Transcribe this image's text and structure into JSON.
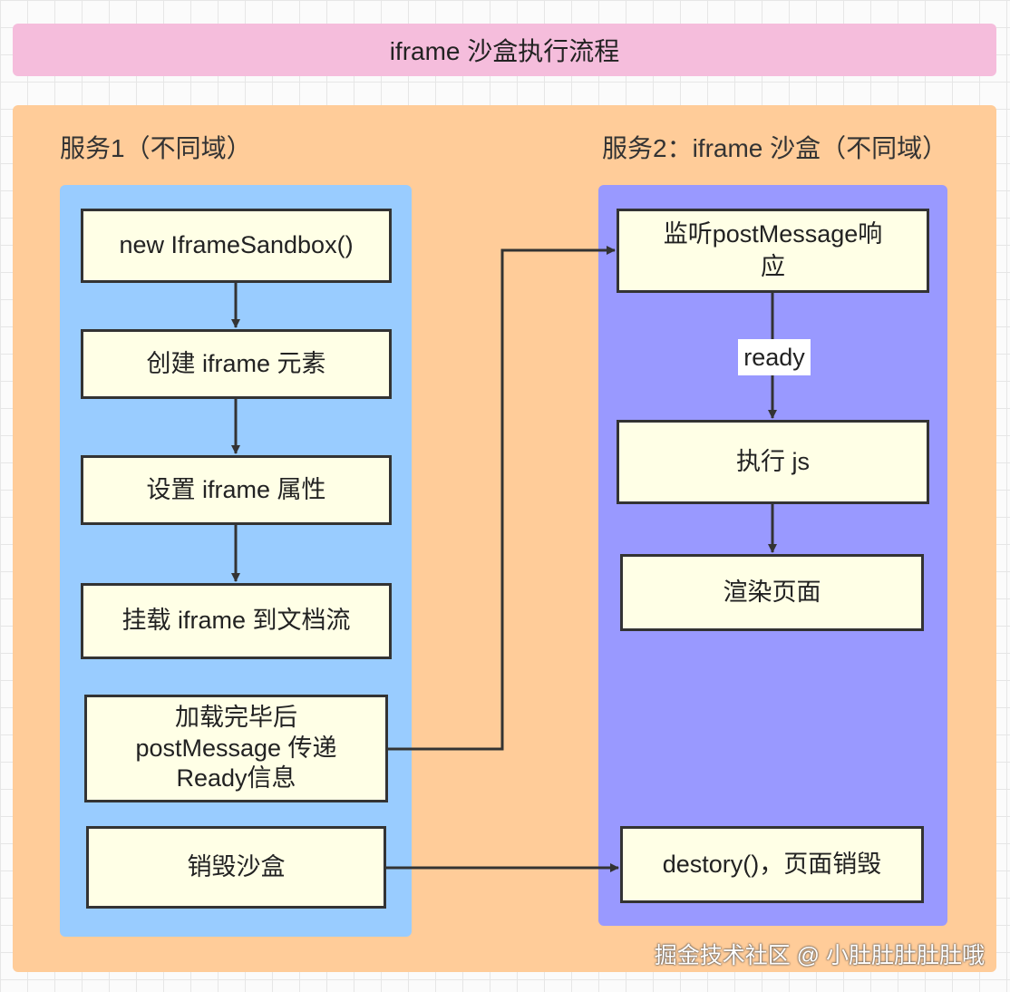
{
  "title": "iframe 沙盒执行流程",
  "lanes": {
    "service1": "服务1（不同域）",
    "service2": "服务2：iframe 沙盒（不同域）"
  },
  "nodes": {
    "new_sandbox": "new IframeSandbox()",
    "create_iframe": "创建 iframe 元素",
    "set_attrs": "设置 iframe 属性",
    "mount_iframe": "挂载 iframe 到文档流",
    "loaded_post_line1": "加载完毕后",
    "loaded_post_line2": "postMessage 传递",
    "loaded_post_line3": "Ready信息",
    "destroy_sandbox": "销毁沙盒",
    "listen_line1": "监听postMessage响",
    "listen_line2": "应",
    "exec_js": "执行 js",
    "render_page": "渲染页面",
    "destroy_page": "destory()，页面销毁"
  },
  "edge_labels": {
    "ready": "ready"
  },
  "watermark": "掘金技术社区 @ 小肚肚肚肚肚哦",
  "colors": {
    "title_bg": "#f5bddc",
    "outer_bg": "#ffcc99",
    "lane1_bg": "#99ccff",
    "lane2_bg": "#9999ff",
    "node_bg": "#ffffe6",
    "line": "#333333"
  }
}
